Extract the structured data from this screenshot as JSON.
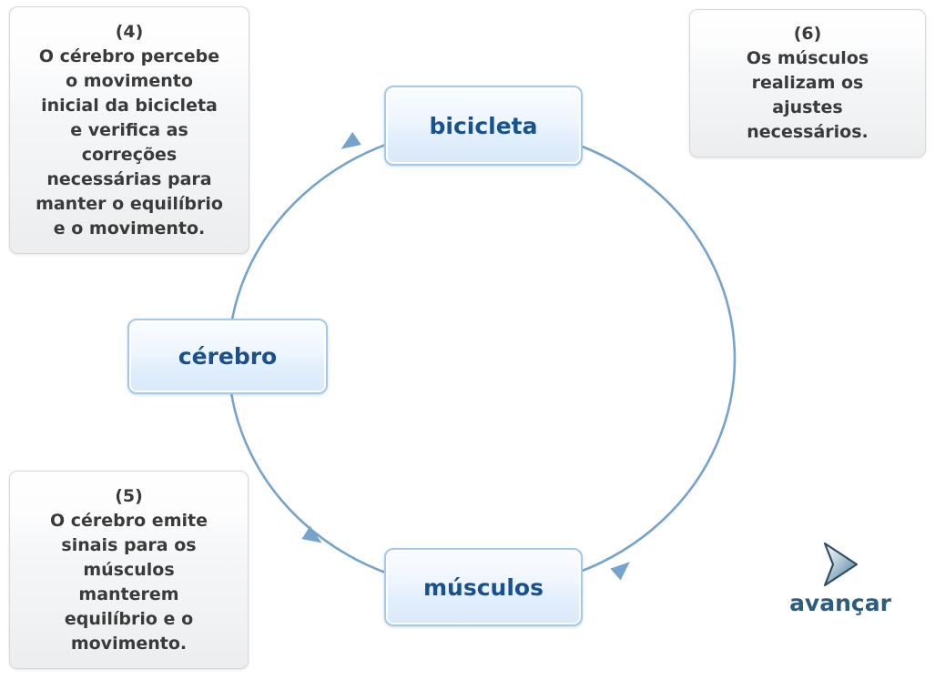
{
  "diagram": {
    "nodes": [
      {
        "id": "bicicleta",
        "label": "bicicleta"
      },
      {
        "id": "cerebro",
        "label": "cérebro"
      },
      {
        "id": "musculos",
        "label": "músculos"
      }
    ],
    "captions": [
      {
        "number": "(4)",
        "text": "O cérebro percebe\no movimento\ninicial da bicicleta\ne verifica as\ncorreções\nnecessárias para\nmanter o equilíbrio\ne o movimento."
      },
      {
        "number": "(5)",
        "text": "O cérebro emite\nsinais para os\nmúsculos\nmanterem\nequilíbrio e o\nmovimento."
      },
      {
        "number": "(6)",
        "text": "Os músculos\nrealizam os\najustes\nnecessários."
      }
    ],
    "cycle_direction": "bicicleta → cérebro → músculos → bicicleta",
    "icons": [
      {
        "name": "advance-arrow-icon",
        "glyph": "chevron-right"
      },
      {
        "name": "cycle-arrowhead",
        "glyph": "triangle"
      }
    ],
    "colors": {
      "background": "#ffffff",
      "cycle_stroke": "#76a3cb",
      "node_border": "#a5c9ec",
      "node_fill_top": "#fbfdff",
      "node_fill_bottom": "#d9e9fa",
      "node_text": "#17528f",
      "caption_border": "#d6d6d6",
      "caption_fill_top": "#fefefe",
      "caption_fill_bottom": "#ebedee",
      "caption_text": "#3a3a3a",
      "advance_text": "#2e5c7d",
      "advance_icon_fill": "#4a7796",
      "advance_icon_outline": "#2d4f66"
    }
  },
  "footer": {
    "advance_label": "avançar"
  }
}
